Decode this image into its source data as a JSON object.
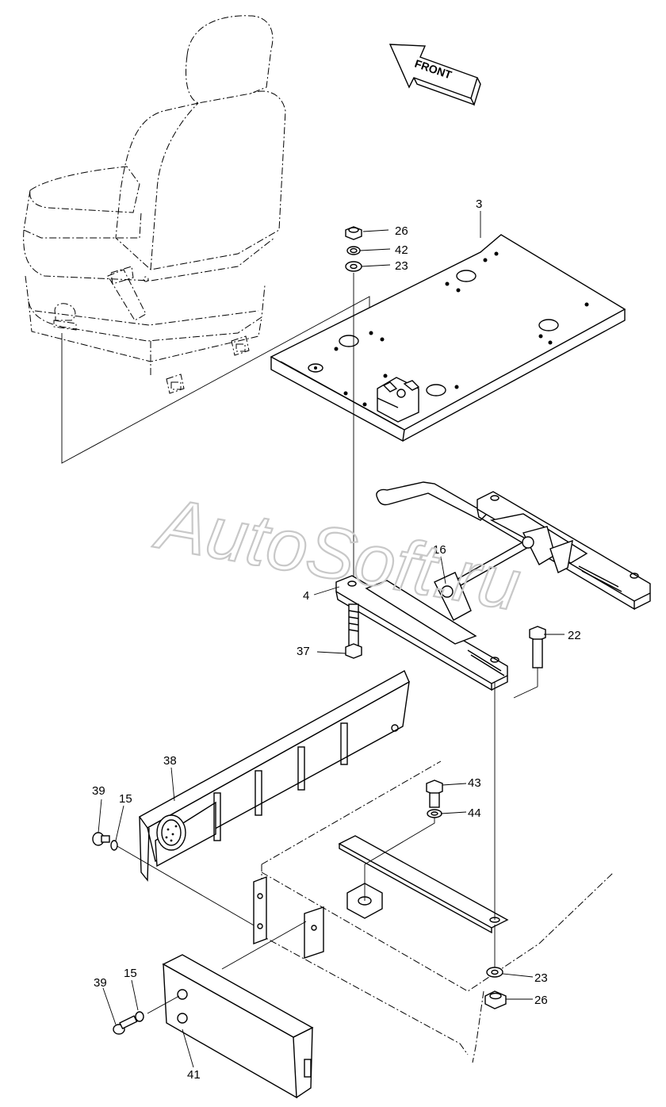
{
  "front_label": "FRONT",
  "watermark": "AutoSoft.ru",
  "callouts": {
    "c3": "3",
    "c4": "4",
    "c15a": "15",
    "c15b": "15",
    "c16": "16",
    "c22": "22",
    "c23a": "23",
    "c23b": "23",
    "c26a": "26",
    "c26b": "26",
    "c37": "37",
    "c38": "38",
    "c39a": "39",
    "c39b": "39",
    "c41": "41",
    "c42": "42",
    "c43": "43",
    "c44": "44"
  }
}
